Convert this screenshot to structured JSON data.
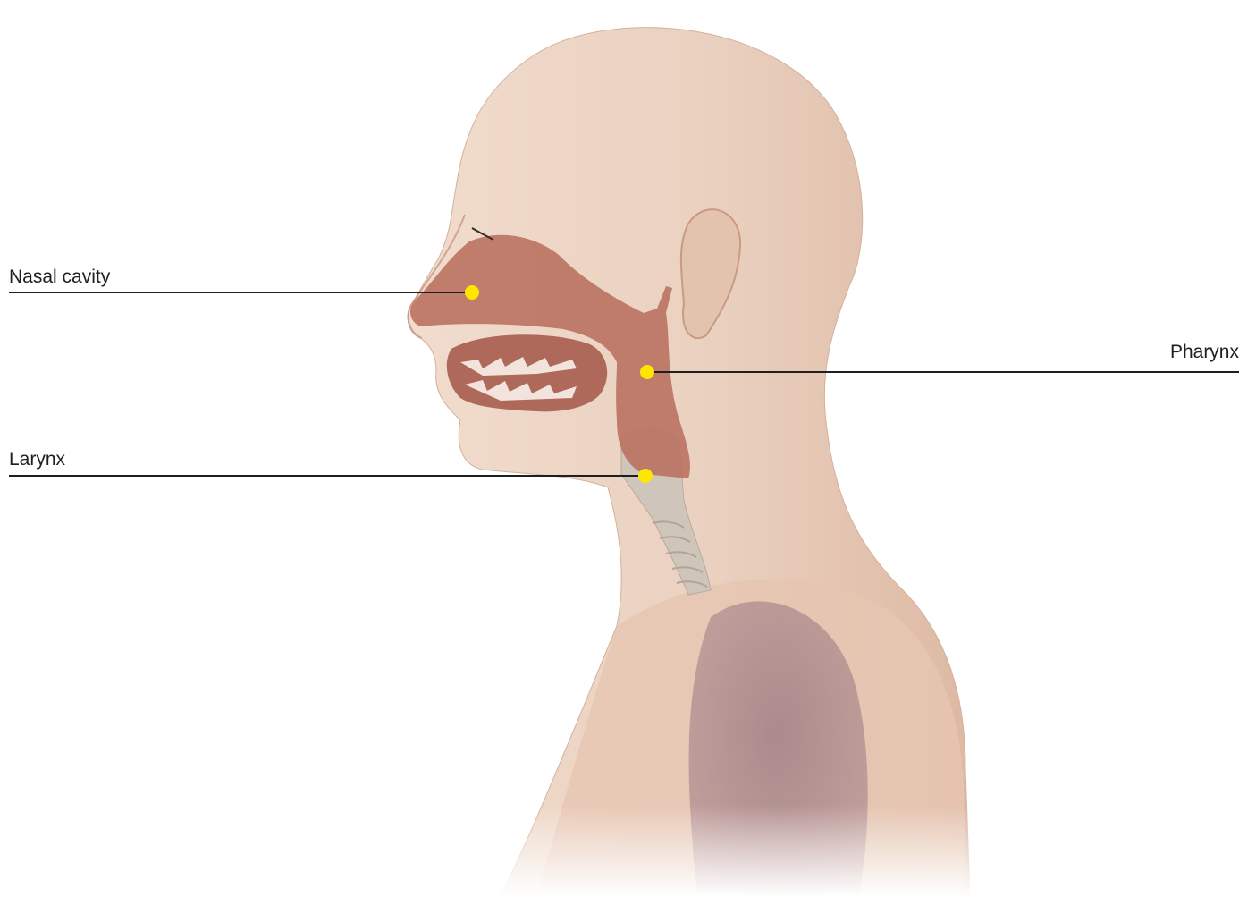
{
  "labels": [
    {
      "id": "nasal-cavity",
      "text": "Nasal cavity"
    },
    {
      "id": "pharynx",
      "text": "Pharynx"
    },
    {
      "id": "larynx",
      "text": "Larynx"
    }
  ],
  "colors": {
    "background": "#ffffff",
    "skin": "#ecd2c2",
    "skin_shadow": "#d8b6a0",
    "airway": "#b9705e",
    "airway_dark": "#8e4a3c",
    "teeth": "#f3e6df",
    "trachea": "#c9bfb5",
    "lung": "#8a6a72",
    "marker": "#ffe600",
    "leader_line": "#1f1f1f"
  }
}
